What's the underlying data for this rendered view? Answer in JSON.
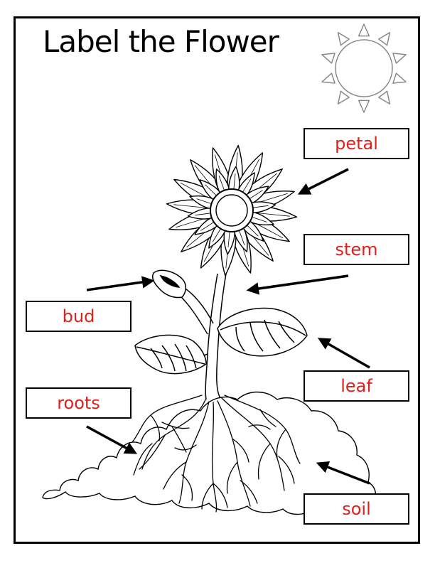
{
  "title": "Label the Flower",
  "labels": {
    "petal": "petal",
    "stem": "stem",
    "bud": "bud",
    "leaf": "leaf",
    "roots": "roots",
    "soil": "soil"
  },
  "colors": {
    "label_text": "#e0201b",
    "border": "#000000",
    "background": "#ffffff"
  },
  "icons": {
    "sun": "sun-icon",
    "flower": "flower-illustration"
  }
}
